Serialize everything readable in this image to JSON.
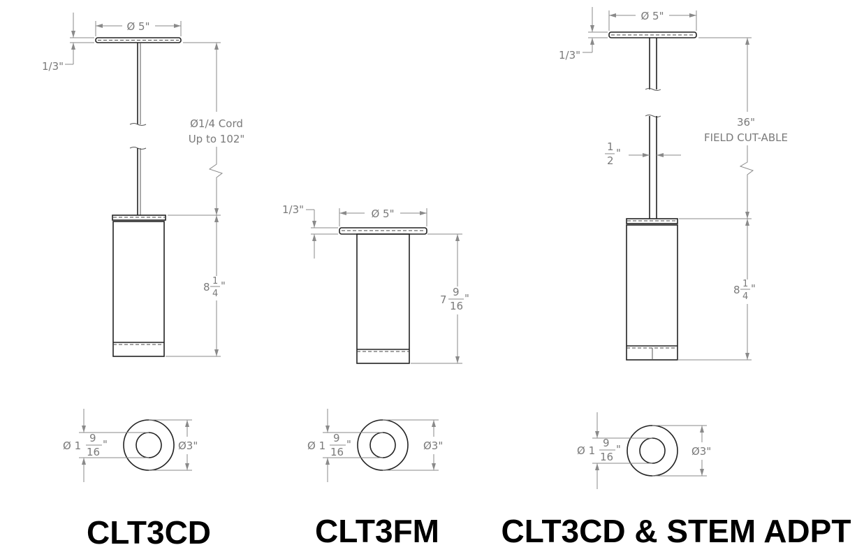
{
  "products": [
    {
      "title": "CLT3CD",
      "canopy_dia": "Ø 5\"",
      "canopy_thk": "1/3\"",
      "cord_line1": "Ø1/4 Cord",
      "cord_line2": "Up to 102\"",
      "body_len_whole": "8",
      "body_len_num": "1",
      "body_len_den": "4",
      "inner_dia_prefix": "Ø 1",
      "inner_num": "9",
      "inner_den": "16",
      "outer_dia": "Ø3\""
    },
    {
      "title": "CLT3FM",
      "canopy_dia": "Ø 5\"",
      "canopy_thk": "1/3\"",
      "body_len_whole": "7",
      "body_len_num": "9",
      "body_len_den": "16",
      "inner_dia_prefix": "Ø 1",
      "inner_num": "9",
      "inner_den": "16",
      "outer_dia": "Ø3\""
    },
    {
      "title": "CLT3CD & STEM ADPT",
      "canopy_dia": "Ø 5\"",
      "canopy_thk": "1/3\"",
      "stem_line1": "36\"",
      "stem_line2": "FIELD CUT-ABLE",
      "stem_num": "1",
      "stem_den": "2",
      "body_len_whole": "8",
      "body_len_num": "1",
      "body_len_den": "4",
      "inner_dia_prefix": "Ø 1",
      "inner_num": "9",
      "inner_den": "16",
      "outer_dia": "Ø3\""
    }
  ],
  "inch_mark": "\""
}
